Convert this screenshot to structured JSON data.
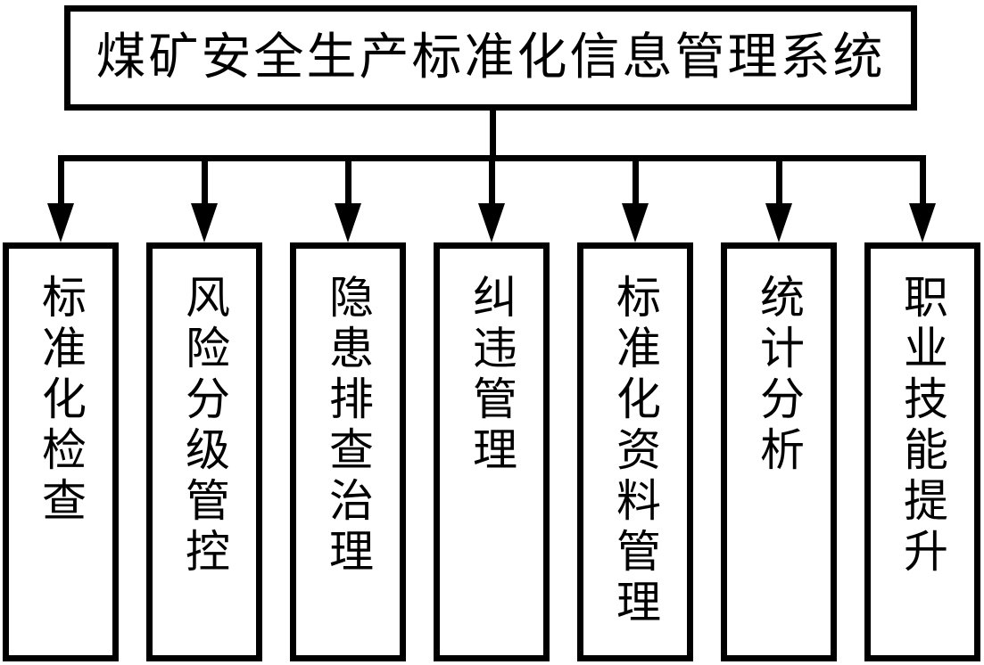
{
  "diagram": {
    "title": "煤矿安全生产标准化信息管理系统",
    "root": {
      "label": "煤矿安全生产标准化信息管理系统"
    },
    "children": [
      {
        "label": "标准化检查"
      },
      {
        "label": "风险分级管控"
      },
      {
        "label": "隐患排查治理"
      },
      {
        "label": "纠违管理"
      },
      {
        "label": "标准化资料管理"
      },
      {
        "label": "统计分析"
      },
      {
        "label": "职业技能提升"
      }
    ],
    "colors": {
      "line": "#000000",
      "text": "#000000",
      "background": "#ffffff"
    }
  }
}
